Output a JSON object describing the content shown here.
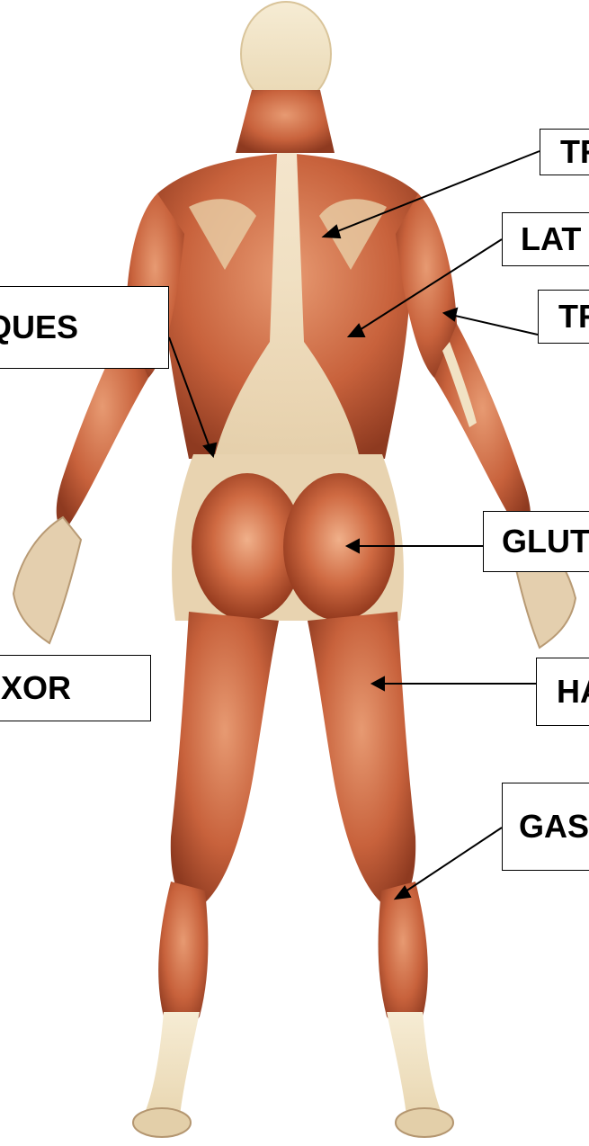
{
  "labels": {
    "trapezius": "TR",
    "lats": "LAT",
    "triceps": "TR",
    "obliques": "QUES",
    "glutes": "GLUT",
    "flexor": "XOR",
    "hamstrings": "HA",
    "gastrocnemius": "GAS"
  },
  "colors": {
    "muscle": "#c8623c",
    "muscle_dark": "#8e3a20",
    "tendon": "#f3e6c8",
    "line": "#000000"
  }
}
